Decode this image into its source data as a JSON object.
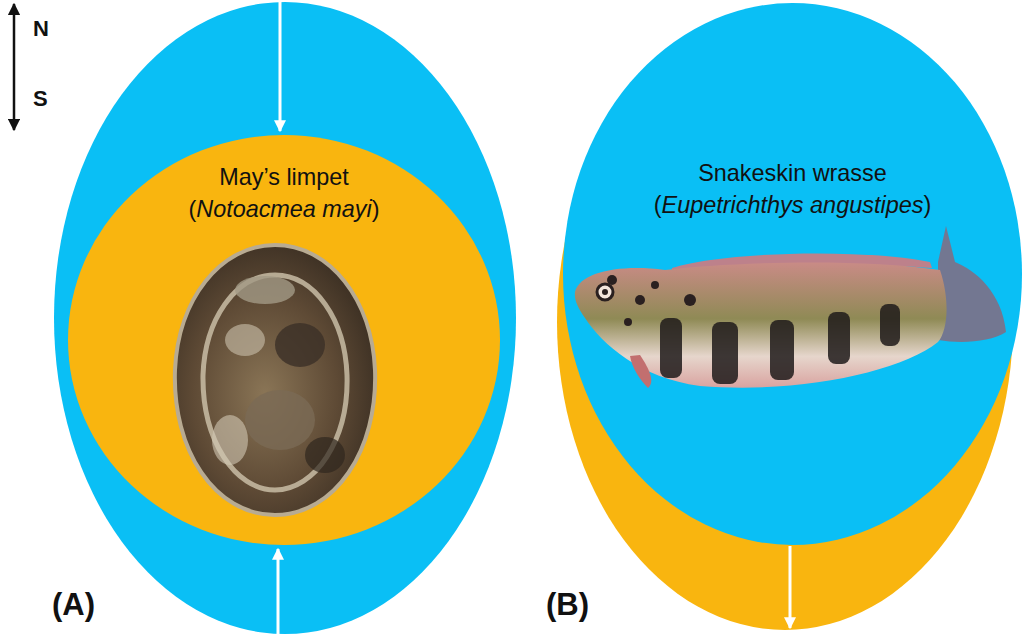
{
  "diagram": {
    "nodes": [
      {
        "text": [
          "May’s limpet",
          "(Notoacmea mayi)"
        ]
      },
      {
        "text": [
          "Snakeskin wrasse",
          "(Eupetrichthys angustipes)"
        ]
      }
    ],
    "labels": [
      "N",
      "S",
      "(A)",
      "(B)"
    ]
  }
}
